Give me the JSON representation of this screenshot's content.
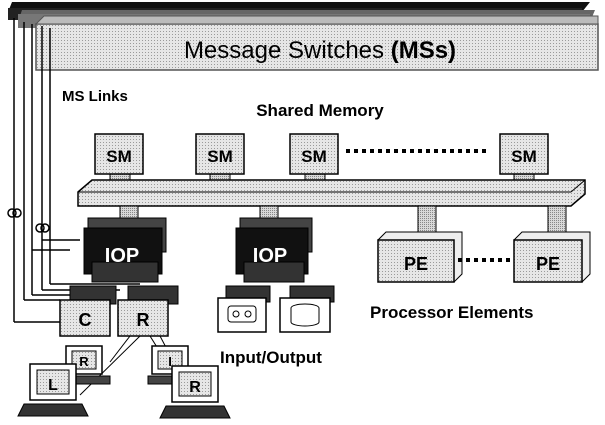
{
  "title": {
    "text": "Message Switches ",
    "abbr": "(MSs)"
  },
  "ms_links": "MS Links",
  "shared_memory": "Shared Memory",
  "sm_label": "SM",
  "iop_label": "IOP",
  "pe_label": "PE",
  "processor_elements": "Processor Elements",
  "input_output": "Input/Output",
  "c_label": "C",
  "r_label": "R",
  "terminal_letters": [
    "R",
    "I",
    "L",
    "R"
  ]
}
